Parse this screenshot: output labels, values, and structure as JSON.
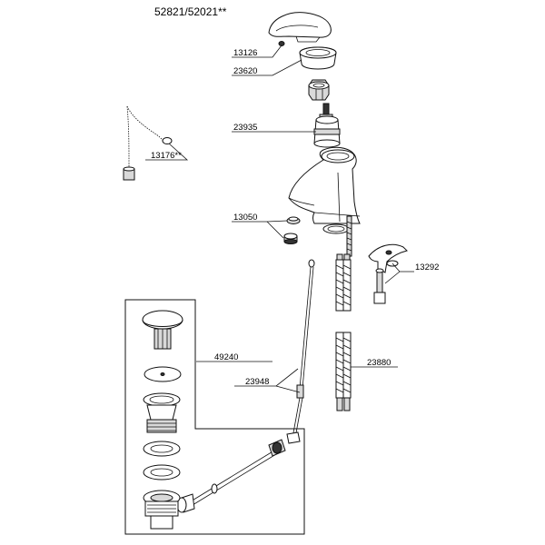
{
  "title": "52821/52021**",
  "parts": [
    {
      "id": "p13126",
      "label": "13126"
    },
    {
      "id": "p23620",
      "label": "23620"
    },
    {
      "id": "p23935",
      "label": "23935"
    },
    {
      "id": "p13176",
      "label": "13176**"
    },
    {
      "id": "p13050",
      "label": "13050"
    },
    {
      "id": "p13292",
      "label": "13292"
    },
    {
      "id": "p49240",
      "label": "49240"
    },
    {
      "id": "p23948",
      "label": "23948"
    },
    {
      "id": "p23880",
      "label": "23880"
    }
  ]
}
